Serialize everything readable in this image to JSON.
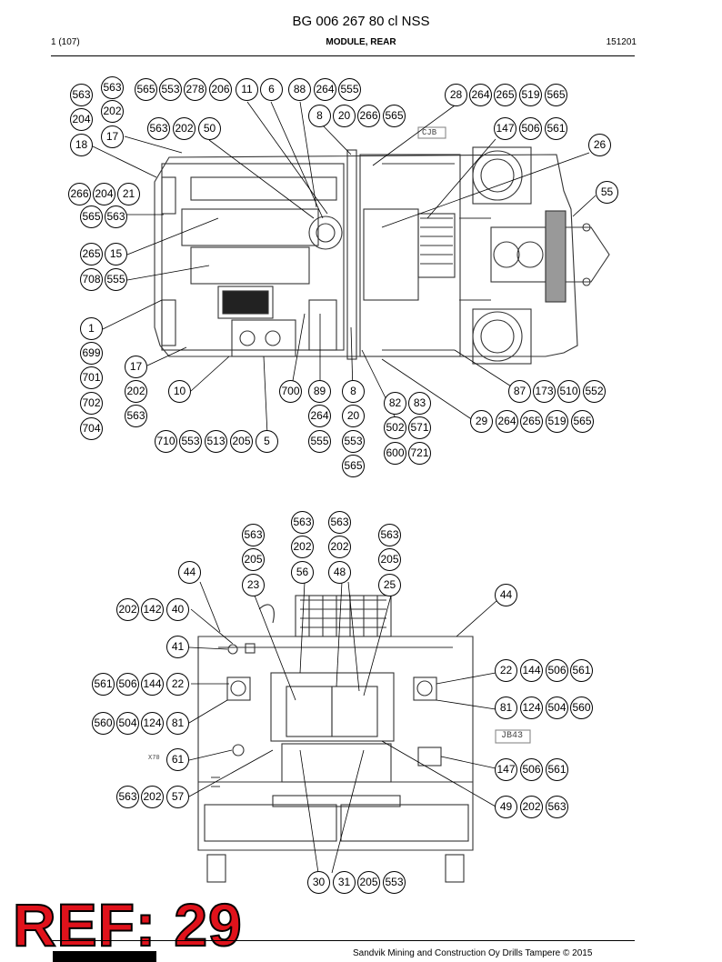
{
  "header": {
    "title": "BG 006 267 80 cl NSS",
    "page": "1 (107)",
    "section": "MODULE, REAR",
    "code": "151201"
  },
  "footer": {
    "ref_stamp": "REF: 29",
    "copyright": "Sandvik Mining and Construction Oy Drills Tampere © 2015"
  },
  "drawing_labels": {
    "cjb": "CJB",
    "jb43": "JB43",
    "x70": "X70"
  },
  "upper_callouts": [
    "563",
    "563",
    "565",
    "553",
    "278",
    "206",
    "11",
    "6",
    "88",
    "264",
    "555",
    "28",
    "264",
    "265",
    "519",
    "565",
    "204",
    "202",
    "8",
    "20",
    "266",
    "565",
    "17",
    "563",
    "202",
    "50",
    "147",
    "506",
    "561",
    "18",
    "26",
    "266",
    "204",
    "21",
    "55",
    "565",
    "563",
    "265",
    "15",
    "708",
    "555",
    "1",
    "699",
    "17",
    "701",
    "202",
    "10",
    "700",
    "89",
    "8",
    "87",
    "173",
    "510",
    "552",
    "702",
    "563",
    "82",
    "83",
    "264",
    "20",
    "29",
    "264",
    "265",
    "519",
    "565",
    "704",
    "710",
    "553",
    "513",
    "205",
    "5",
    "555",
    "553",
    "502",
    "571",
    "600",
    "721",
    "565"
  ],
  "lower_callouts": [
    "563",
    "563",
    "563",
    "563",
    "205",
    "202",
    "202",
    "205",
    "44",
    "56",
    "48",
    "23",
    "25",
    "44",
    "202",
    "142",
    "40",
    "41",
    "22",
    "144",
    "506",
    "561",
    "561",
    "506",
    "144",
    "22",
    "81",
    "124",
    "504",
    "560",
    "560",
    "504",
    "124",
    "81",
    "61",
    "147",
    "506",
    "561",
    "563",
    "202",
    "57",
    "49",
    "202",
    "563",
    "30",
    "31",
    "205",
    "553"
  ]
}
